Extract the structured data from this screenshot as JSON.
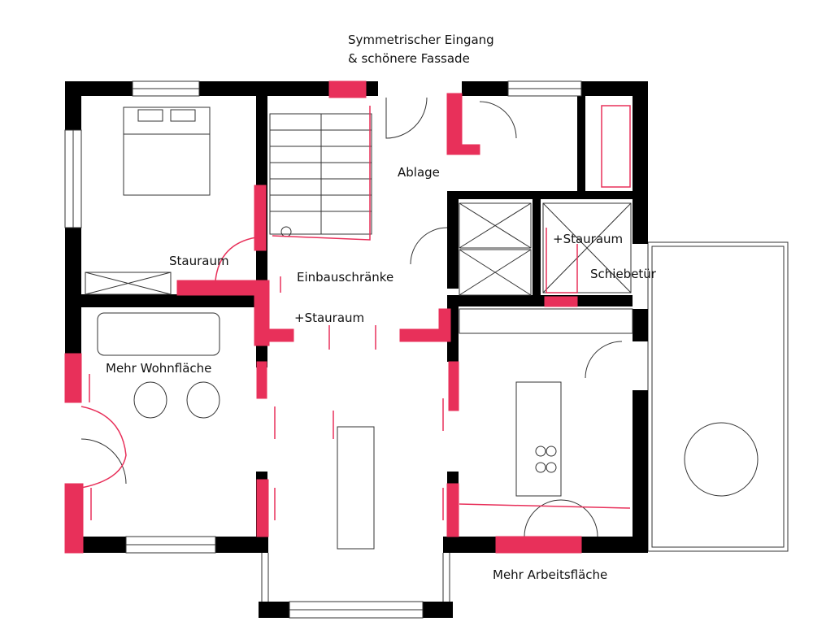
{
  "colors": {
    "wall": "#000000",
    "markup": "#e8305a",
    "line": "#333333"
  },
  "labels": {
    "title_line1": "Symmetrischer Eingang",
    "title_line2": "& schönere Fassade",
    "ablage": "Ablage",
    "stauraum_right": "+Stauraum",
    "schiebetuer": "Schiebetür",
    "stauraum_left": "Stauraum",
    "einbauschraenke": "Einbauschränke",
    "stauraum_center": "+Stauraum",
    "mehr_wohnflaeche": "Mehr Wohnfläche",
    "mehr_arbeitsflaeche": "Mehr Arbeitsfläche"
  }
}
